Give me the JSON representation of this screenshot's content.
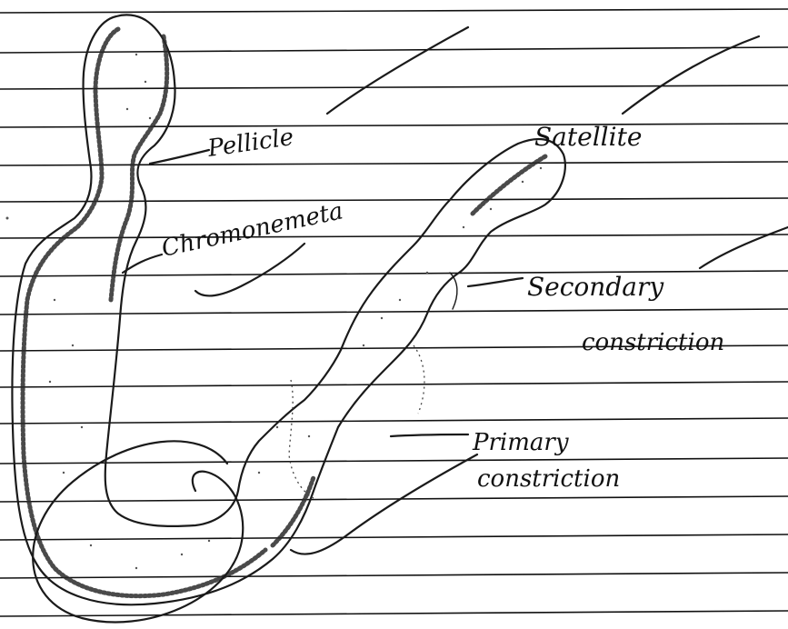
{
  "labels": {
    "pellicle": "Pellicle",
    "chromonemeta": "Chromonemeta",
    "satellite": "Satellite",
    "secondary_line1": "Secondary",
    "secondary_line2": "constriction",
    "primary_line1": "Primary",
    "primary_line2": "constriction"
  },
  "colors": {
    "ink": "#1a1a1a",
    "paper": "#ffffff"
  }
}
